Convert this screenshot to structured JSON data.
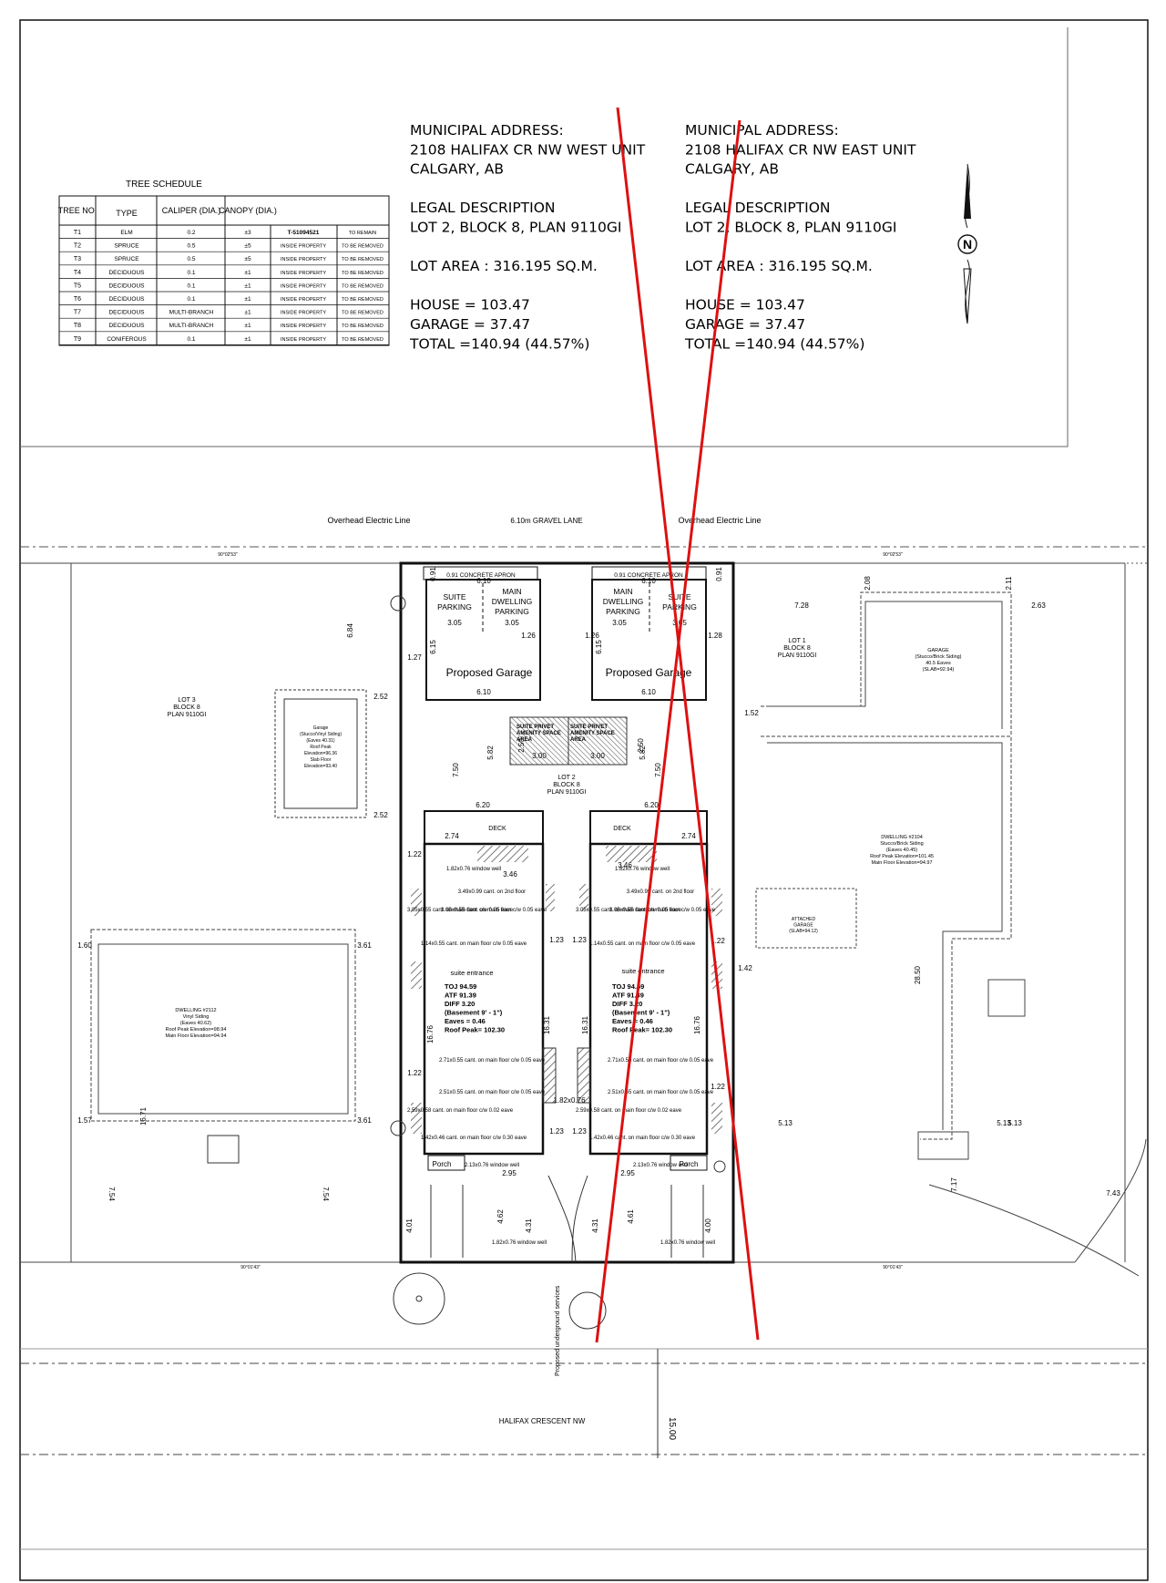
{
  "tree_schedule": {
    "title": "TREE SCHEDULE",
    "headers": [
      "TREE NO.",
      "TYPE",
      "CALIPER (DIA.)",
      "CANOPY (DIA.)"
    ],
    "rows": [
      {
        "no": "T1",
        "type": "ELM",
        "caliper": "0.2",
        "canopy": "±3",
        "location": "T-51094521",
        "action": "TO REMAIN"
      },
      {
        "no": "T2",
        "type": "SPRUCE",
        "caliper": "0.5",
        "canopy": "±5",
        "location": "INSIDE PROPERTY",
        "action": "TO BE REMOVED"
      },
      {
        "no": "T3",
        "type": "SPRUCE",
        "caliper": "0.5",
        "canopy": "±5",
        "location": "INSIDE PROPERTY",
        "action": "TO BE REMOVED"
      },
      {
        "no": "T4",
        "type": "DECIDUOUS",
        "caliper": "0.1",
        "canopy": "±1",
        "location": "INSIDE PROPERTY",
        "action": "TO BE REMOVED"
      },
      {
        "no": "T5",
        "type": "DECIDUOUS",
        "caliper": "0.1",
        "canopy": "±1",
        "location": "INSIDE PROPERTY",
        "action": "TO BE REMOVED"
      },
      {
        "no": "T6",
        "type": "DECIDUOUS",
        "caliper": "0.1",
        "canopy": "±1",
        "location": "INSIDE PROPERTY",
        "action": "TO BE REMOVED"
      },
      {
        "no": "T7",
        "type": "DECIDUOUS",
        "caliper": "MULTI-BRANCH",
        "canopy": "±1",
        "location": "INSIDE PROPERTY",
        "action": "TO BE REMOVED"
      },
      {
        "no": "T8",
        "type": "DECIDUOUS",
        "caliper": "MULTI-BRANCH",
        "canopy": "±1",
        "location": "INSIDE PROPERTY",
        "action": "TO BE REMOVED"
      },
      {
        "no": "T9",
        "type": "CONIFEROUS",
        "caliper": "0.1",
        "canopy": "±1",
        "location": "INSIDE PROPERTY",
        "action": "TO BE REMOVED"
      }
    ]
  },
  "west_info": {
    "lines": [
      "MUNICIPAL  ADDRESS:",
      "2108 HALIFAX CR NW WEST UNIT",
      "CALGARY, AB",
      "",
      "LEGAL DESCRIPTION",
      "LOT 2, BLOCK 8,  PLAN 9110GI",
      "",
      "LOT AREA : 316.195 SQ.M.",
      "",
      "HOUSE  = 103.47",
      "GARAGE = 37.47",
      "TOTAL    =140.94 (44.57%)"
    ]
  },
  "east_info": {
    "lines": [
      "MUNICIPAL  ADDRESS:",
      "2108 HALIFAX CR NW EAST UNIT",
      "CALGARY, AB",
      "",
      "LEGAL DESCRIPTION",
      "LOT 2, BLOCK 8,  PLAN 9110GI",
      "",
      "LOT AREA : 316.195 SQ.M.",
      "",
      "HOUSE  = 103.47",
      "GARAGE = 37.47",
      "TOTAL    =140.94 (44.57%)"
    ]
  },
  "north_arrow": "N",
  "site": {
    "lane": "6.10m GRAVEL LANE",
    "electric_left": "Overhead Electric Line",
    "electric_right": "Overhead Electric Line",
    "street": "HALIFAX CRESCENT NW",
    "apron": "0.91 CONCRETE APRON",
    "apron_east": "0.91 CONCRETE APRON",
    "suite_parking": "SUITE PARKING",
    "main_parking": "MAIN DWELLING PARKING",
    "garage": "Proposed Garage",
    "amenity": "SUITE PRIVET AMENITY SPACE AREA",
    "lot2": "LOT 2\nBLOCK 8\nPLAN 9110GI",
    "lot3": "LOT 3\nBLOCK 8\nPLAN 9110GI",
    "lot1": "LOT 1\nBLOCK 8\nPLAN 9110GI",
    "deck": "DECK",
    "suite_entrance": "suite entrance",
    "porch": "Porch",
    "west_stats": [
      "TOJ 94.59",
      "ATF  91.39",
      "DIFF   3.20",
      "(Basement 9' - 1\")",
      "",
      "Eaves = 0.46",
      "Roof Peak=  102.30"
    ],
    "east_stats": [
      "TOJ 94.59",
      "ATF  91.39",
      "DIFF   3.20",
      "(Basement 9' - 1\")",
      "",
      "Eaves = 0.46",
      "Roof Peak=  102.30"
    ],
    "west_notes": [
      "1.82x0.76 window well",
      "3.49x0.99 cant. on 2nd floor",
      "3.05x0.55 cant. on main floor c/w 0.05 eave",
      "3.05x0.55 cant. on main floor c/w 0.05 eave",
      "1.14x0.55 cant. on main floor c/w 0.05 eave",
      "2.71x0.55 cant. on main floor c/w 0.05 eave",
      "2.51x0.55 cant. on main floor c/w 0.05 eave",
      "2.59x0.58 cant. on main floor c/w 0.02 eave",
      "1.42x0.46 cant. on main floor c/w 0.30 eave",
      "2.13x0.76 window well",
      "1.82x0.76 window well"
    ],
    "garage_lot3": "Garage\n(Stucco/Vinyl Siding)\n(Eaves 40.31)\nRoof Peak\nElevation=96.36\nSlab Floor\nElevation=93.40",
    "dwelling_2112": "DWELLING #2112\nVinyl Siding\n(Eaves 40.62)\nRoof Peak Elevation=98.94\nMain Floor Elevation=94.94",
    "garage_lot1": "GARAGE\n(Stucco/Brick Siding)\n40.5 Eaves\n(SLAB=92.94)",
    "dwelling_2104": "DWELLING #2104\nStucco/Brick Siding\n(Eaves 40.45)\nRoof Peak Elevation=101.45\nMain Floor Elevation=94.97",
    "attached_garage": "ATTACHED\nGARAGE\n(SLAB=94.12)",
    "service": "Proposed underground services",
    "bearing_top": "90°02'53\"",
    "bearing_bottom": "90°01'43\"",
    "dim_15": "15.00",
    "dims": [
      "6.84",
      "2.52",
      "2.52",
      "3.61",
      "3.61",
      "1.60",
      "1.57",
      "7.28",
      "2.63",
      "2.08",
      "2.11",
      "1.52",
      "1.42",
      "5.13",
      "5.13",
      "7.43",
      "7.50",
      "7.50",
      "5.82",
      "5.82",
      "6.20",
      "6.20",
      "6.10",
      "6.10",
      "6.10",
      "6.10",
      "3.05",
      "3.05",
      "3.05",
      "3.05",
      "6.15",
      "6.15",
      "1.27",
      "1.26",
      "1.26",
      "1.28",
      "2.74",
      "2.74",
      "1.22",
      "1.22",
      "1.22",
      "1.22",
      "1.23",
      "1.23",
      "1.23",
      "1.23",
      "16.31",
      "16.31",
      "16.76",
      "16.76",
      "4.01",
      "4.62",
      "4.31",
      "4.31",
      "4.61",
      "4.00",
      "3.00",
      "3.00",
      "2.50",
      "2.50",
      "0.91",
      "0.91",
      "3.46",
      "3.46",
      "2.95",
      "2.95",
      "1.82x0.76",
      "16.71",
      "7.54",
      "7.54",
      "28.50",
      "7.17",
      "5.13"
    ]
  },
  "colors": {
    "line": "#111111",
    "red": "#dd1111",
    "hatch": "#777777"
  }
}
